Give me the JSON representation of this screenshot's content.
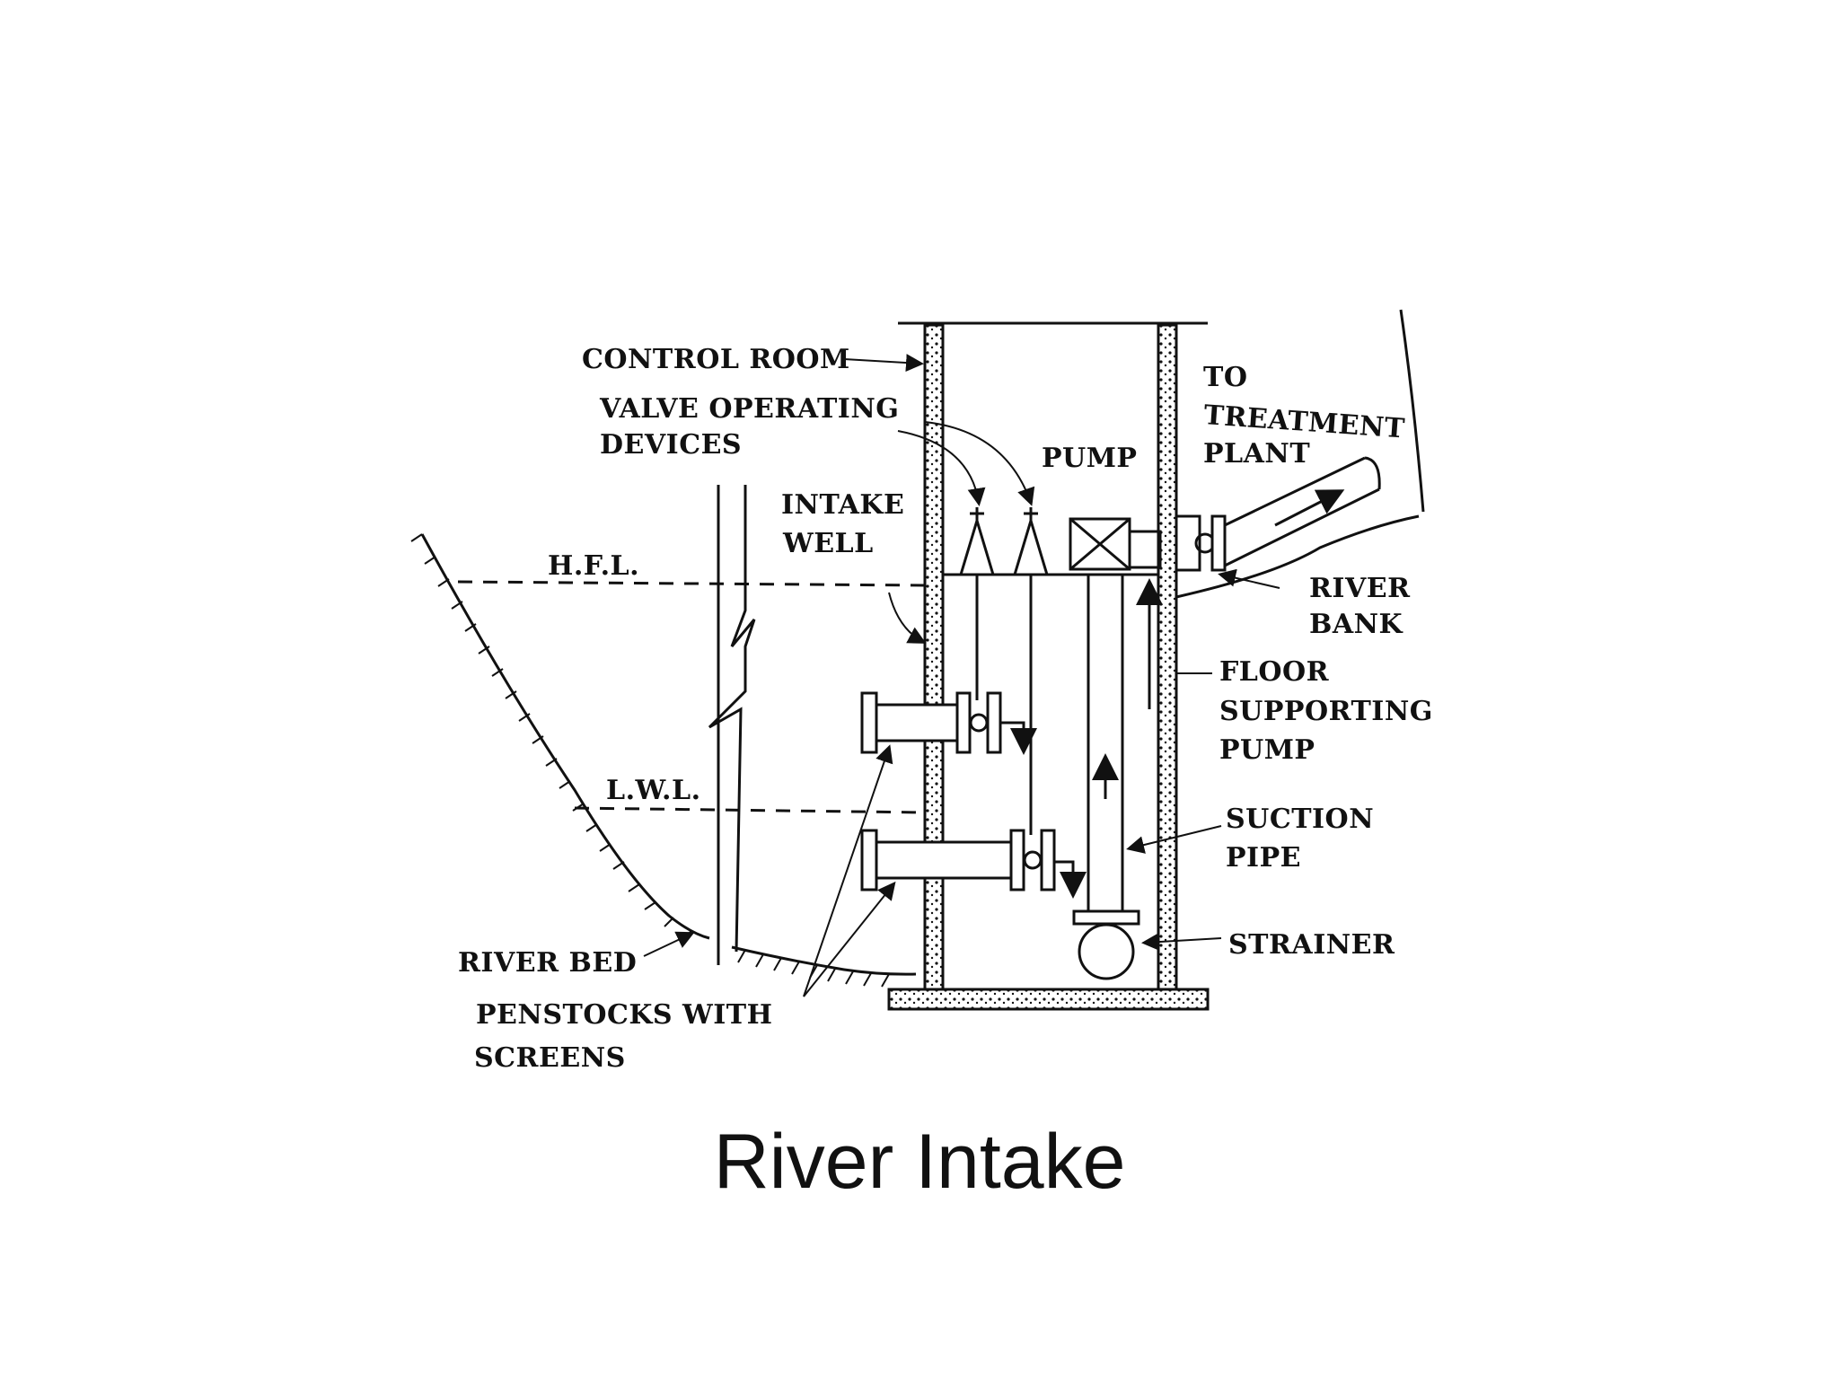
{
  "caption": "River Intake",
  "labels": {
    "control_room": "CONTROL ROOM",
    "valve_operating_1": "VALVE OPERATING",
    "valve_operating_2": "DEVICES",
    "pump": "PUMP",
    "to_treatment_1": "TO",
    "to_treatment_2": "TREATMENT",
    "to_treatment_3": "PLANT",
    "intake_well_1": "INTAKE",
    "intake_well_2": "WELL",
    "hfl": "H.F.L.",
    "lwl": "L.W.L.",
    "river_bank_1": "RIVER",
    "river_bank_2": "BANK",
    "floor_supporting_1": "FLOOR",
    "floor_supporting_2": "SUPPORTING",
    "floor_supporting_3": "PUMP",
    "suction_pipe_1": "SUCTION",
    "suction_pipe_2": "PIPE",
    "strainer": "STRAINER",
    "river_bed": "RIVER BED",
    "penstocks_1": "PENSTOCKS WITH",
    "penstocks_2": "SCREENS"
  }
}
